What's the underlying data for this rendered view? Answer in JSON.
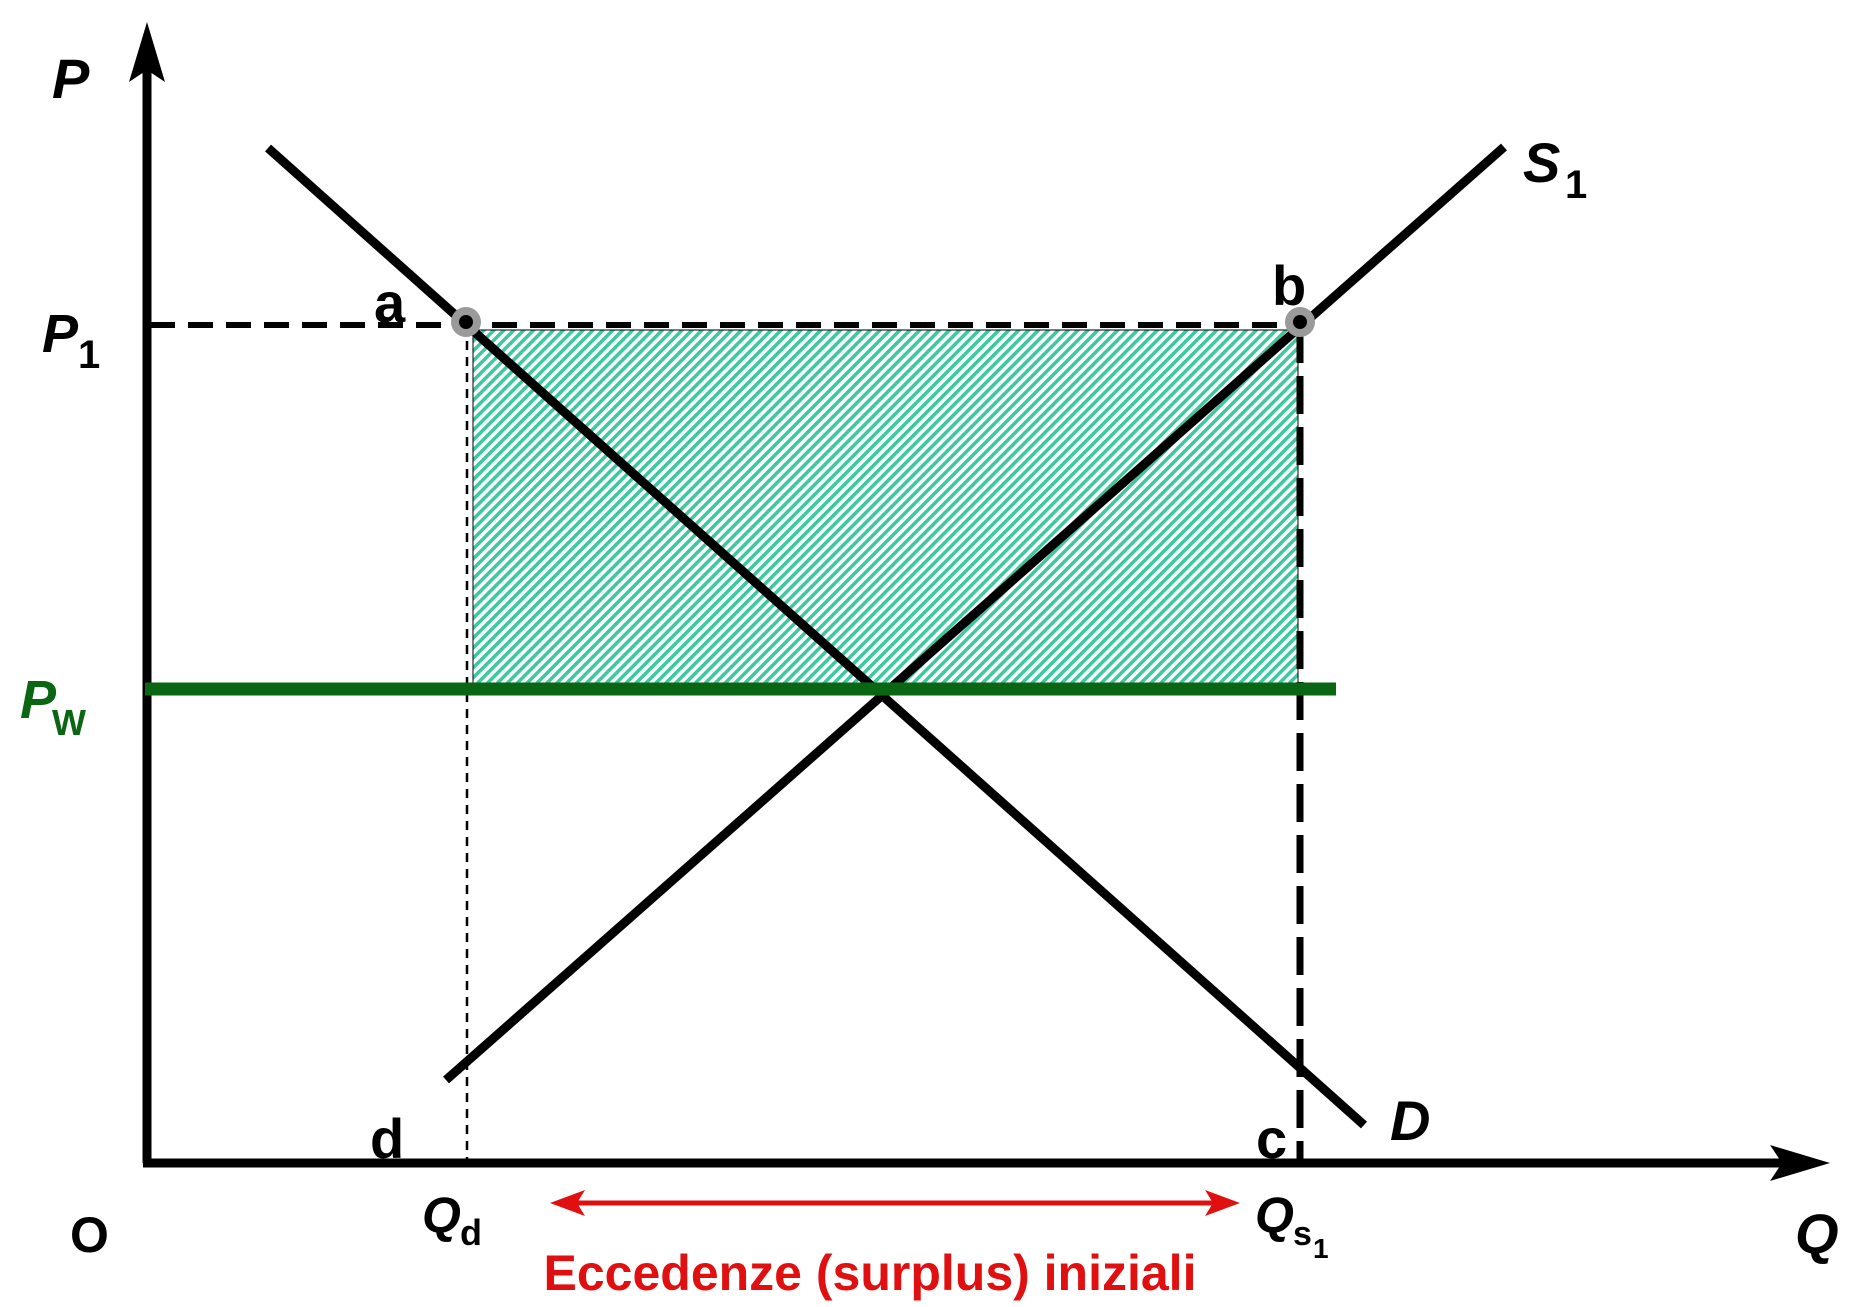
{
  "axes": {
    "y_label": "P",
    "x_label": "Q",
    "origin_label": "O"
  },
  "price_labels": {
    "p1_main": "P",
    "p1_sub": "1",
    "pw_main": "P",
    "pw_sub": "W"
  },
  "curve_labels": {
    "supply_main": "S",
    "supply_sub": "1",
    "demand": "D"
  },
  "point_labels": {
    "a": "a",
    "b": "b",
    "c": "c",
    "d": "d"
  },
  "quantity_labels": {
    "qd_main": "Q",
    "qd_sub": "d",
    "qs_main": "Q",
    "qs_sub": "s",
    "qs_subsub": "1"
  },
  "annotation": {
    "surplus_text": "Eccedenze (surplus) iniziali"
  },
  "colors": {
    "axis": "#000000",
    "curves": "#000000",
    "world_price_line": "#0b6614",
    "world_price_label": "#0b6614",
    "surplus_fill": "#3cc9a0",
    "surplus_arrow": "#e01010",
    "surplus_text": "#e01010",
    "point_ring": "#9a9a9a"
  }
}
